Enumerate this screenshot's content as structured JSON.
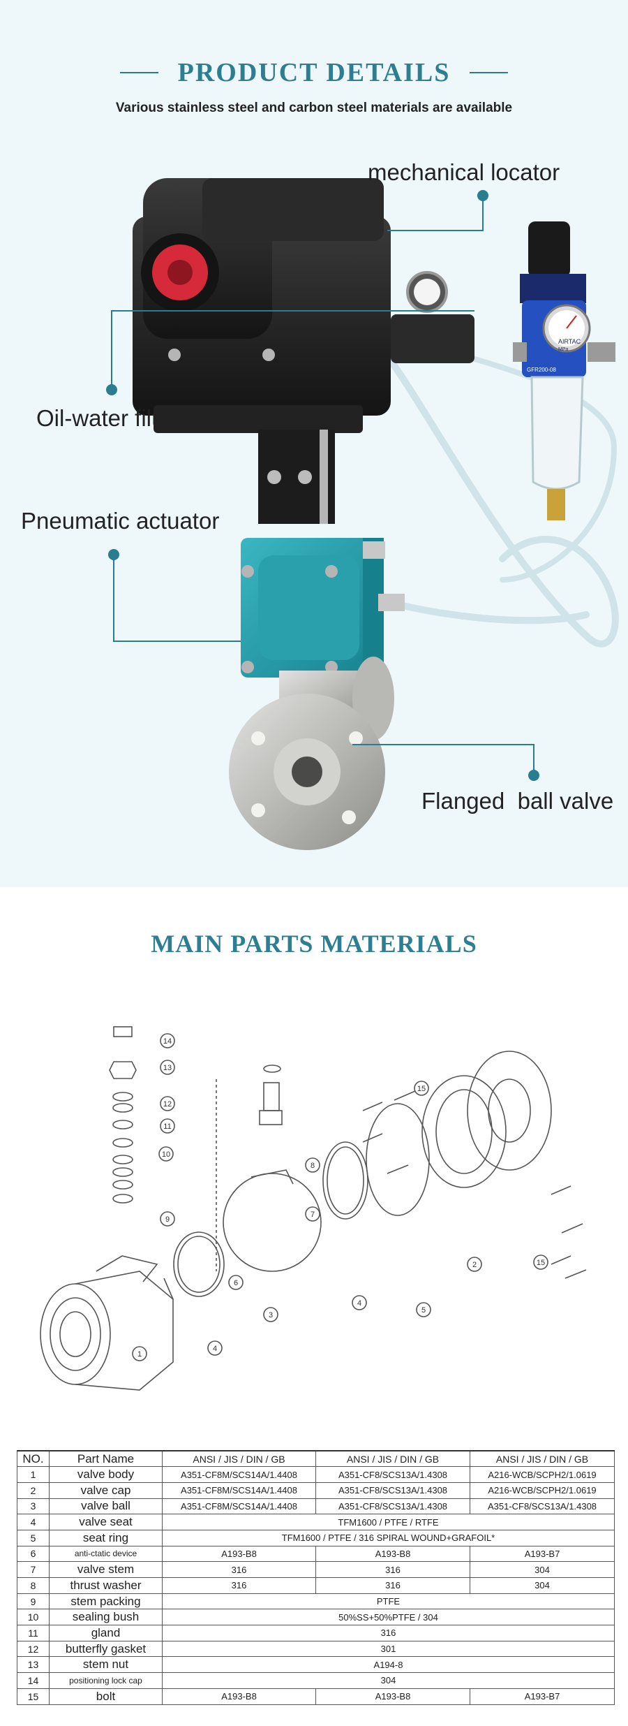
{
  "product_details": {
    "title": "PRODUCT DETAILS",
    "subtitle": "Various stainless steel and carbon steel materials are available",
    "callouts": {
      "mechanical_locator": "mechanical locator",
      "oil_water_filter": "Oil-water filter",
      "pneumatic_actuator": "Pneumatic actuator",
      "flanged_ball_valve": "Flanged  ball valve"
    },
    "accent_color": "#2d7e92",
    "gauge_text": {
      "brand": "AIRTAC",
      "unit": "MPa",
      "model": "GFR200-08"
    }
  },
  "main_parts": {
    "title": "MAIN PARTS MATERIALS",
    "diagram_numbers": [
      "1",
      "2",
      "3",
      "4",
      "5",
      "6",
      "7",
      "8",
      "9",
      "10",
      "11",
      "12",
      "13",
      "14",
      "15"
    ]
  },
  "table": {
    "headers": [
      "NO.",
      "Part Name",
      "ANSI / JIS / DIN / GB",
      "ANSI / JIS / DIN / GB",
      "ANSI / JIS / DIN / GB"
    ],
    "rows": [
      {
        "no": "1",
        "name": "valve body",
        "c1": "A351-CF8M/SCS14A/1.4408",
        "c2": "A351-CF8/SCS13A/1.4308",
        "c3": "A216-WCB/SCPH2/1.0619"
      },
      {
        "no": "2",
        "name": "valve cap",
        "c1": "A351-CF8M/SCS14A/1.4408",
        "c2": "A351-CF8/SCS13A/1.4308",
        "c3": "A216-WCB/SCPH2/1.0619"
      },
      {
        "no": "3",
        "name": "valve ball",
        "c1": "A351-CF8M/SCS14A/1.4408",
        "c2": "A351-CF8/SCS13A/1.4308",
        "c3": "A351-CF8/SCS13A/1.4308"
      },
      {
        "no": "4",
        "name": "valve seat",
        "span": "TFM1600 / PTFE / RTFE"
      },
      {
        "no": "5",
        "name": "seat ring",
        "span": "TFM1600 / PTFE / 316 SPIRAL WOUND+GRAFOIL*"
      },
      {
        "no": "6",
        "name": "anti-ctatic device",
        "c1": "A193-B8",
        "c2": "A193-B8",
        "c3": "A193-B7"
      },
      {
        "no": "7",
        "name": "valve stem",
        "c1": "316",
        "c2": "316",
        "c3": "304"
      },
      {
        "no": "8",
        "name": "thrust washer",
        "c1": "316",
        "c2": "316",
        "c3": "304"
      },
      {
        "no": "9",
        "name": "stem packing",
        "span": "PTFE"
      },
      {
        "no": "10",
        "name": "sealing bush",
        "span": "50%SS+50%PTFE / 304"
      },
      {
        "no": "11",
        "name": "gland",
        "span": "316"
      },
      {
        "no": "12",
        "name": "butterfly gasket",
        "span": "301"
      },
      {
        "no": "13",
        "name": "stem nut",
        "span": "A194-8"
      },
      {
        "no": "14",
        "name": "positioning lock cap",
        "span": "304"
      },
      {
        "no": "15",
        "name": "bolt",
        "c1": "A193-B8",
        "c2": "A193-B8",
        "c3": "A193-B7"
      }
    ]
  }
}
